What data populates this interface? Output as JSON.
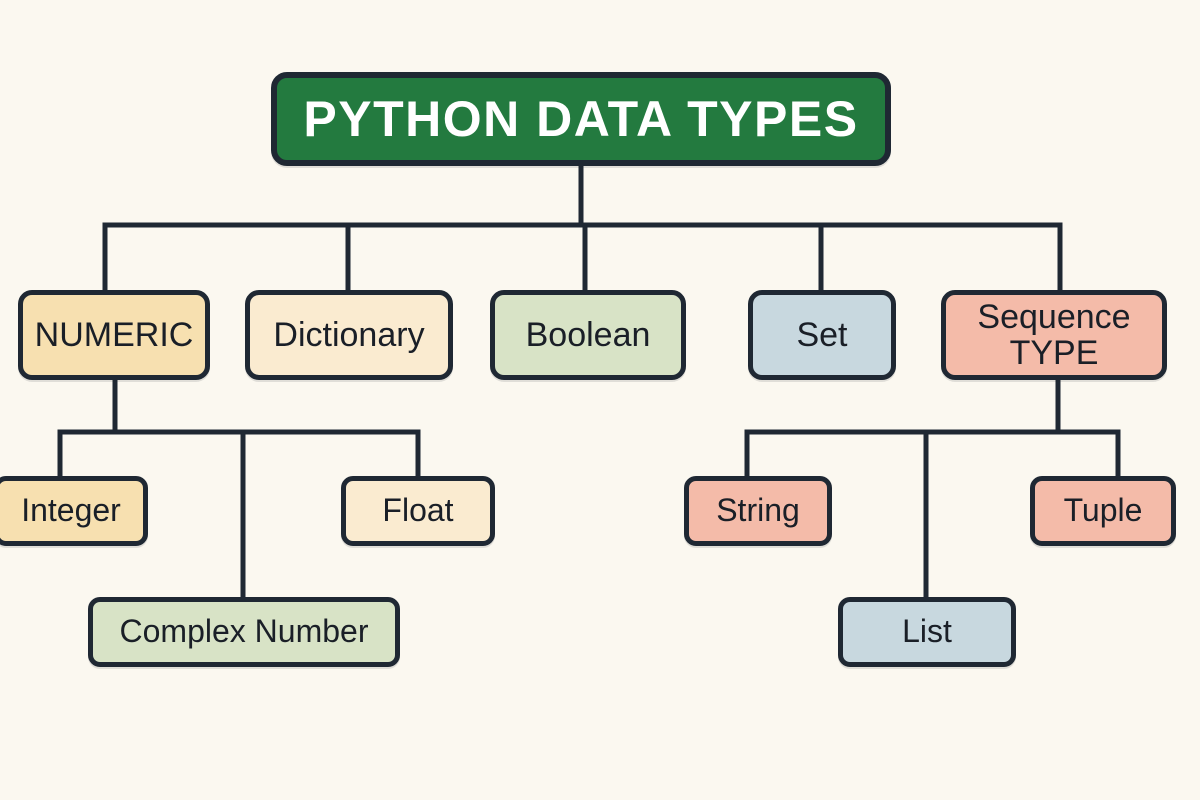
{
  "diagram": {
    "title": "PYTHON DATA TYPES",
    "background_color": "#FBF8F0",
    "stroke_color": "#1F2833",
    "root": {
      "label": "PYTHON DATA TYPES",
      "fill": "#237A3F",
      "text_color": "#FFFFFF"
    },
    "level2": [
      {
        "label": "NUMERIC",
        "fill": "#F7E0B0"
      },
      {
        "label": "Dictionary",
        "fill": "#FAEBD0"
      },
      {
        "label": "Boolean",
        "fill": "#D8E3C6"
      },
      {
        "label": "Set",
        "fill": "#C8D8DF"
      },
      {
        "label_line1": "Sequence",
        "label_line2": "TYPE",
        "fill": "#F4BBA9"
      }
    ],
    "numeric_children": [
      {
        "label": "Integer",
        "fill": "#F7E0B0"
      },
      {
        "label": "Complex Number",
        "fill": "#D8E3C6"
      },
      {
        "label": "Float",
        "fill": "#FAEBD0"
      }
    ],
    "sequence_children": [
      {
        "label": "String",
        "fill": "#F4BBA9"
      },
      {
        "label": "List",
        "fill": "#C8D8DF"
      },
      {
        "label": "Tuple",
        "fill": "#F4BBA9"
      }
    ]
  }
}
